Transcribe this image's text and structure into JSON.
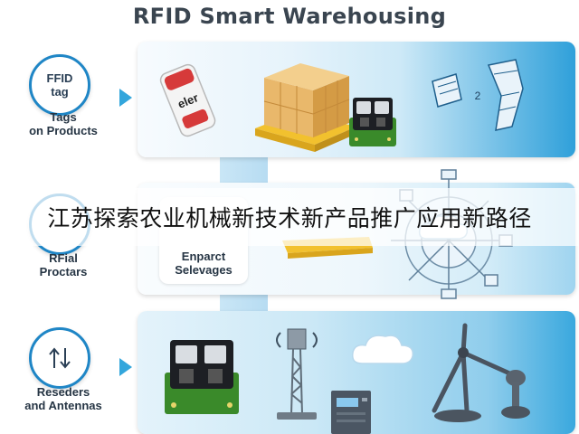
{
  "title": "RFID Smart Warehousing",
  "rows": [
    {
      "circle_text": "FFID\ntag",
      "side_label": "Tags\non Products"
    },
    {
      "circle_text": "",
      "side_label": "RFial\nProctars"
    },
    {
      "circle_text": "",
      "side_label": "Reseders\nand Antennas"
    }
  ],
  "panel1": {
    "tag_text": "eler",
    "fold_number": "2"
  },
  "panel2": {
    "box_label": "Enparct\nSelevages"
  },
  "overlay_banner": "江苏探索农业机械新技术新产品推广应用新路径",
  "icons": {
    "row3_circle": "up-down-arrows-icon",
    "panel1": [
      "rfid-tag-icon",
      "pallet-boxes-icon",
      "reader-device-icon",
      "folded-tag-icon"
    ],
    "panel2": [
      "compass-antenna-icon",
      "cloud-icon"
    ],
    "panel3": [
      "reader-device-icon",
      "antenna-tower-icon",
      "server-icon",
      "cloud-icon",
      "windmill-antenna-icon"
    ]
  },
  "colors": {
    "accent": "#1f86c6",
    "panel_blue": "#2fa0da",
    "pallet": "#f2c12e",
    "box": "#e9b86b"
  }
}
